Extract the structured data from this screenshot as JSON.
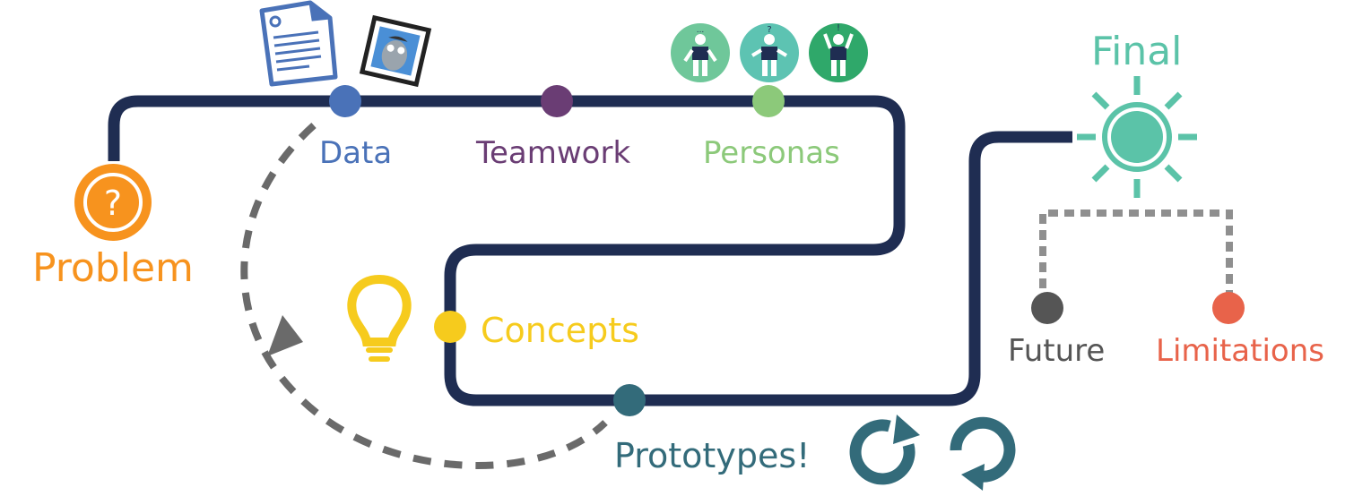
{
  "stages": {
    "problem": {
      "label": "Problem",
      "icon": "question-icon",
      "color": "#f7931e"
    },
    "data": {
      "label": "Data",
      "icon": "document-icon",
      "color": "#4a72b8"
    },
    "teamwork": {
      "label": "Teamwork",
      "color": "#6a3d74"
    },
    "personas": {
      "label": "Personas",
      "icon": "person-icons",
      "color": "#8cc97a"
    },
    "concepts": {
      "label": "Concepts",
      "icon": "lightbulb-icon",
      "color": "#f6cb1d"
    },
    "prototypes": {
      "label": "Prototypes!",
      "icon": "refresh-icons",
      "color": "#336b7a"
    },
    "final": {
      "label": "Final",
      "icon": "sun-icon",
      "color": "#5bc3a8"
    },
    "future": {
      "label": "Future",
      "color": "#555555"
    },
    "limitations": {
      "label": "Limitations",
      "color": "#e8634a"
    }
  },
  "colors": {
    "path": "#1f2d52",
    "loop_arrow": "#6a6a6a",
    "branch": "#8f8f8f"
  }
}
